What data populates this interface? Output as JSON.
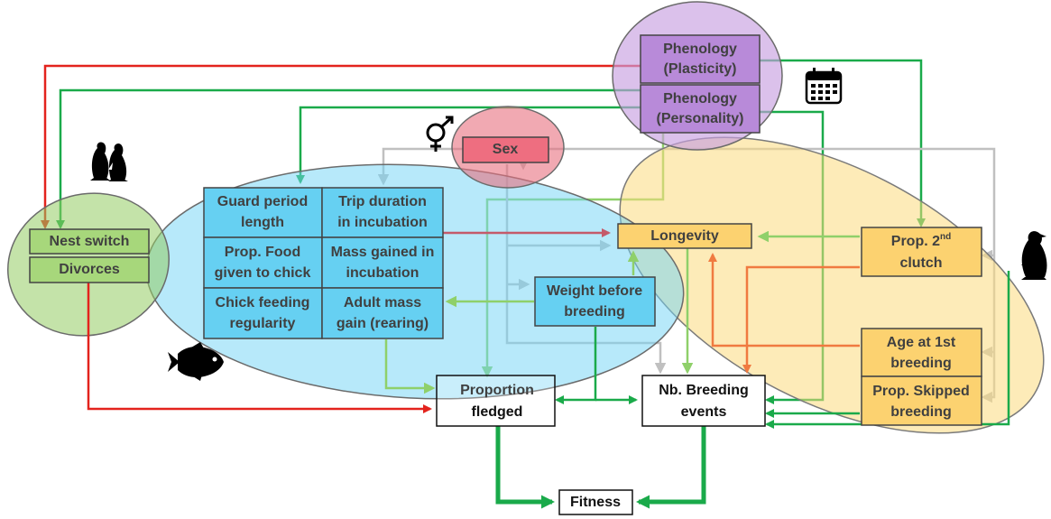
{
  "colors": {
    "green_arrow": "#1aaa4a",
    "light_green_arrow": "#8fd06a",
    "red_arrow": "#e3231d",
    "orange_arrow": "#f07a40",
    "grey_arrow": "#c0c0c0",
    "dark_red_arrow": "#c45a6a",
    "purple_group": "#c79fe0",
    "pink_group": "#e8707f",
    "blue_group": "#6fd3f5",
    "green_group": "#93cc63",
    "yellow_group": "#fcdb7e"
  },
  "icons": {
    "pair": "penguin-pair-icon",
    "penguin": "penguin-icon",
    "fish": "fish-icon",
    "calendar": "calendar-icon",
    "sex": "intersex-symbol-icon"
  },
  "nodes": {
    "phenology_plasticity": [
      "Phenology",
      "(Plasticity)"
    ],
    "phenology_personality": [
      "Phenology",
      "(Personality)"
    ],
    "sex": "Sex",
    "nest_switch": "Nest switch",
    "divorces": "Divorces",
    "guard_period": [
      "Guard period",
      "length"
    ],
    "trip_duration": [
      "Trip duration",
      "in incubation"
    ],
    "prop_food": [
      "Prop. Food",
      "given to chick"
    ],
    "mass_gained": [
      "Mass gained in",
      "incubation"
    ],
    "chick_feeding": [
      "Chick feeding",
      "regularity"
    ],
    "adult_mass": [
      "Adult mass",
      "gain (rearing)"
    ],
    "weight_before": [
      "Weight before",
      "breeding"
    ],
    "longevity": "Longevity",
    "prop_2nd_clutch": {
      "pre": "Prop. 2",
      "sup": "nd",
      "line2": "clutch"
    },
    "age_1st": [
      "Age at 1st",
      "breeding"
    ],
    "prop_skipped": [
      "Prop. Skipped",
      "breeding"
    ],
    "proportion_fledged": [
      "Proportion",
      "fledged"
    ],
    "nb_breeding": [
      "Nb. Breeding",
      "events"
    ],
    "fitness": "Fitness"
  }
}
